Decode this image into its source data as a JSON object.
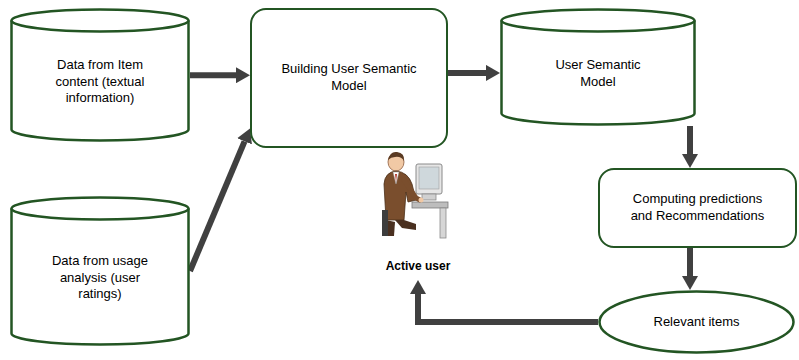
{
  "diagram": {
    "nodes": [
      {
        "text": [
          "Data from Item content (textual information)"
        ]
      },
      {
        "text": [
          "Data from usage analysis (user ratings)"
        ]
      },
      {
        "text": [
          "Building User Semantic Model"
        ]
      },
      {
        "text": [
          "User Semantic Model"
        ]
      },
      {
        "text": [
          "Computing predictions and Recommendations"
        ]
      },
      {
        "text": [
          "Relevant items"
        ]
      },
      {
        "text": [
          "Active user"
        ]
      }
    ],
    "edges": [
      {
        "from": 0,
        "to": 2,
        "arrow": "to"
      },
      {
        "from": 1,
        "to": 2,
        "arrow": "to"
      },
      {
        "from": 2,
        "to": 3,
        "arrow": "to"
      },
      {
        "from": 3,
        "to": 4,
        "arrow": "to"
      },
      {
        "from": 4,
        "to": 5,
        "arrow": "to"
      },
      {
        "from": 5,
        "to": 6,
        "arrow": "to"
      }
    ]
  }
}
